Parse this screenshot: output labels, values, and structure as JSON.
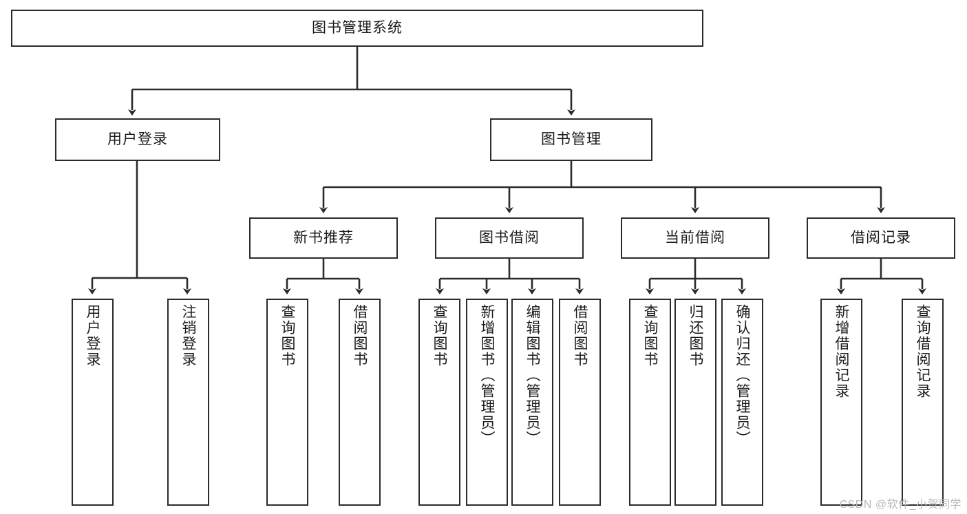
{
  "diagram": {
    "title": "图书管理系统",
    "type": "tree-hierarchy-diagram",
    "watermark": "CSDN @软件_小贺同学",
    "colors": {
      "background": "#ffffff",
      "node_border": "#2b2b2b",
      "node_fill": "#ffffff",
      "edge": "#2b2b2b",
      "text": "#1b1b1b",
      "watermark": "#b9b9b9"
    },
    "nodes": {
      "root": {
        "label": "图书管理系统"
      },
      "level1": [
        {
          "label": "用户登录"
        },
        {
          "label": "图书管理"
        }
      ],
      "level2": [
        {
          "label": "新书推荐"
        },
        {
          "label": "图书借阅"
        },
        {
          "label": "当前借阅"
        },
        {
          "label": "借阅记录"
        }
      ],
      "leaves_user_login": [
        {
          "label": "用户登录"
        },
        {
          "label": "注销登录"
        }
      ],
      "leaves_new_book": [
        {
          "label": "查询图书"
        },
        {
          "label": "借阅图书"
        }
      ],
      "leaves_borrow": [
        {
          "label": "查询图书"
        },
        {
          "label": "新增图书（管理员）"
        },
        {
          "label": "编辑图书（管理员）"
        },
        {
          "label": "借阅图书"
        }
      ],
      "leaves_current": [
        {
          "label": "查询图书"
        },
        {
          "label": "归还图书"
        },
        {
          "label": "确认归还（管理员）"
        }
      ],
      "leaves_records": [
        {
          "label": "新增借阅记录"
        },
        {
          "label": "查询借阅记录"
        }
      ]
    }
  }
}
